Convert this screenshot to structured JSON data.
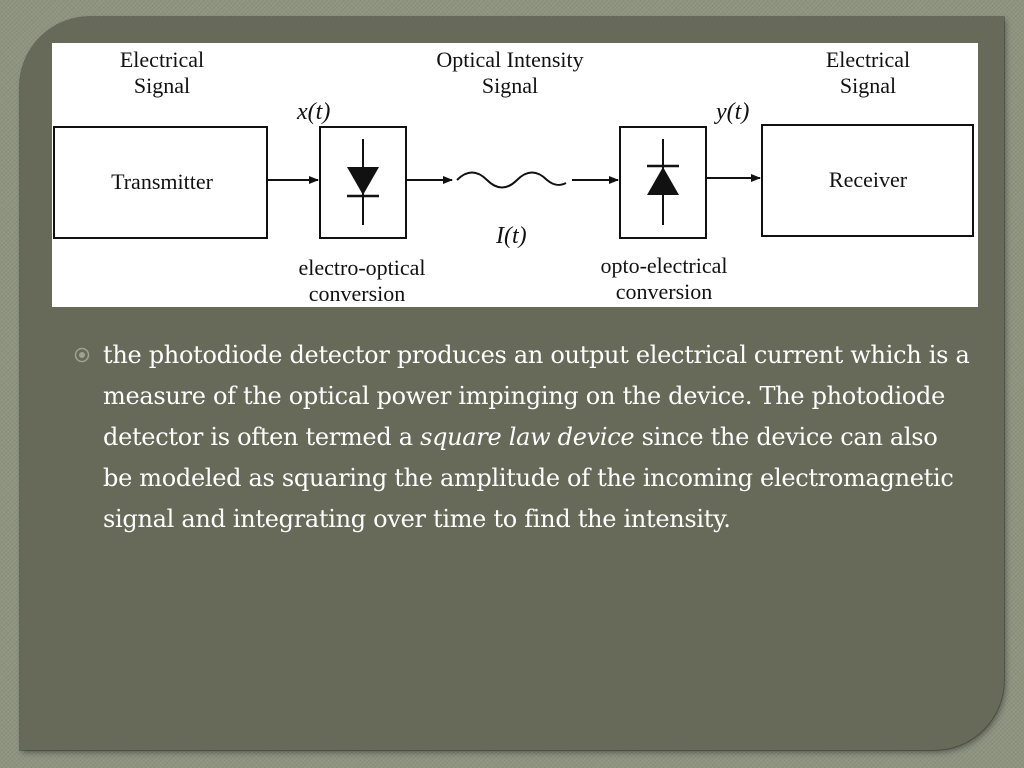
{
  "diagram": {
    "labels": {
      "left_signal_line1": "Electrical",
      "left_signal_line2": "Signal",
      "middle_signal_line1": "Optical Intensity",
      "middle_signal_line2": "Signal",
      "right_signal_line1": "Electrical",
      "right_signal_line2": "Signal",
      "x_t": "x(t)",
      "y_t": "y(t)",
      "i_t": "I(t)",
      "transmitter": "Transmitter",
      "receiver": "Receiver",
      "eo_line1": "electro-optical",
      "eo_line2": "conversion",
      "oe_line1": "opto-electrical",
      "oe_line2": "conversion"
    }
  },
  "body": {
    "bullet_icon": "circled-dot-bullet-icon",
    "paragraph": {
      "part1": "the photodiode detector produces an output electrical current which is a measure of the optical power impinging on the device. The photodiode detector is often termed a ",
      "emphasis": "square law device",
      "part2": " since the device can also be modeled as squaring the amplitude of the incoming  electromagnetic signal and integrating over time to find the intensity."
    }
  },
  "colors": {
    "slide_background": "#676959",
    "outer_background": "#8e9480",
    "text": "#ffffff",
    "bullet": "#9ea48c"
  }
}
